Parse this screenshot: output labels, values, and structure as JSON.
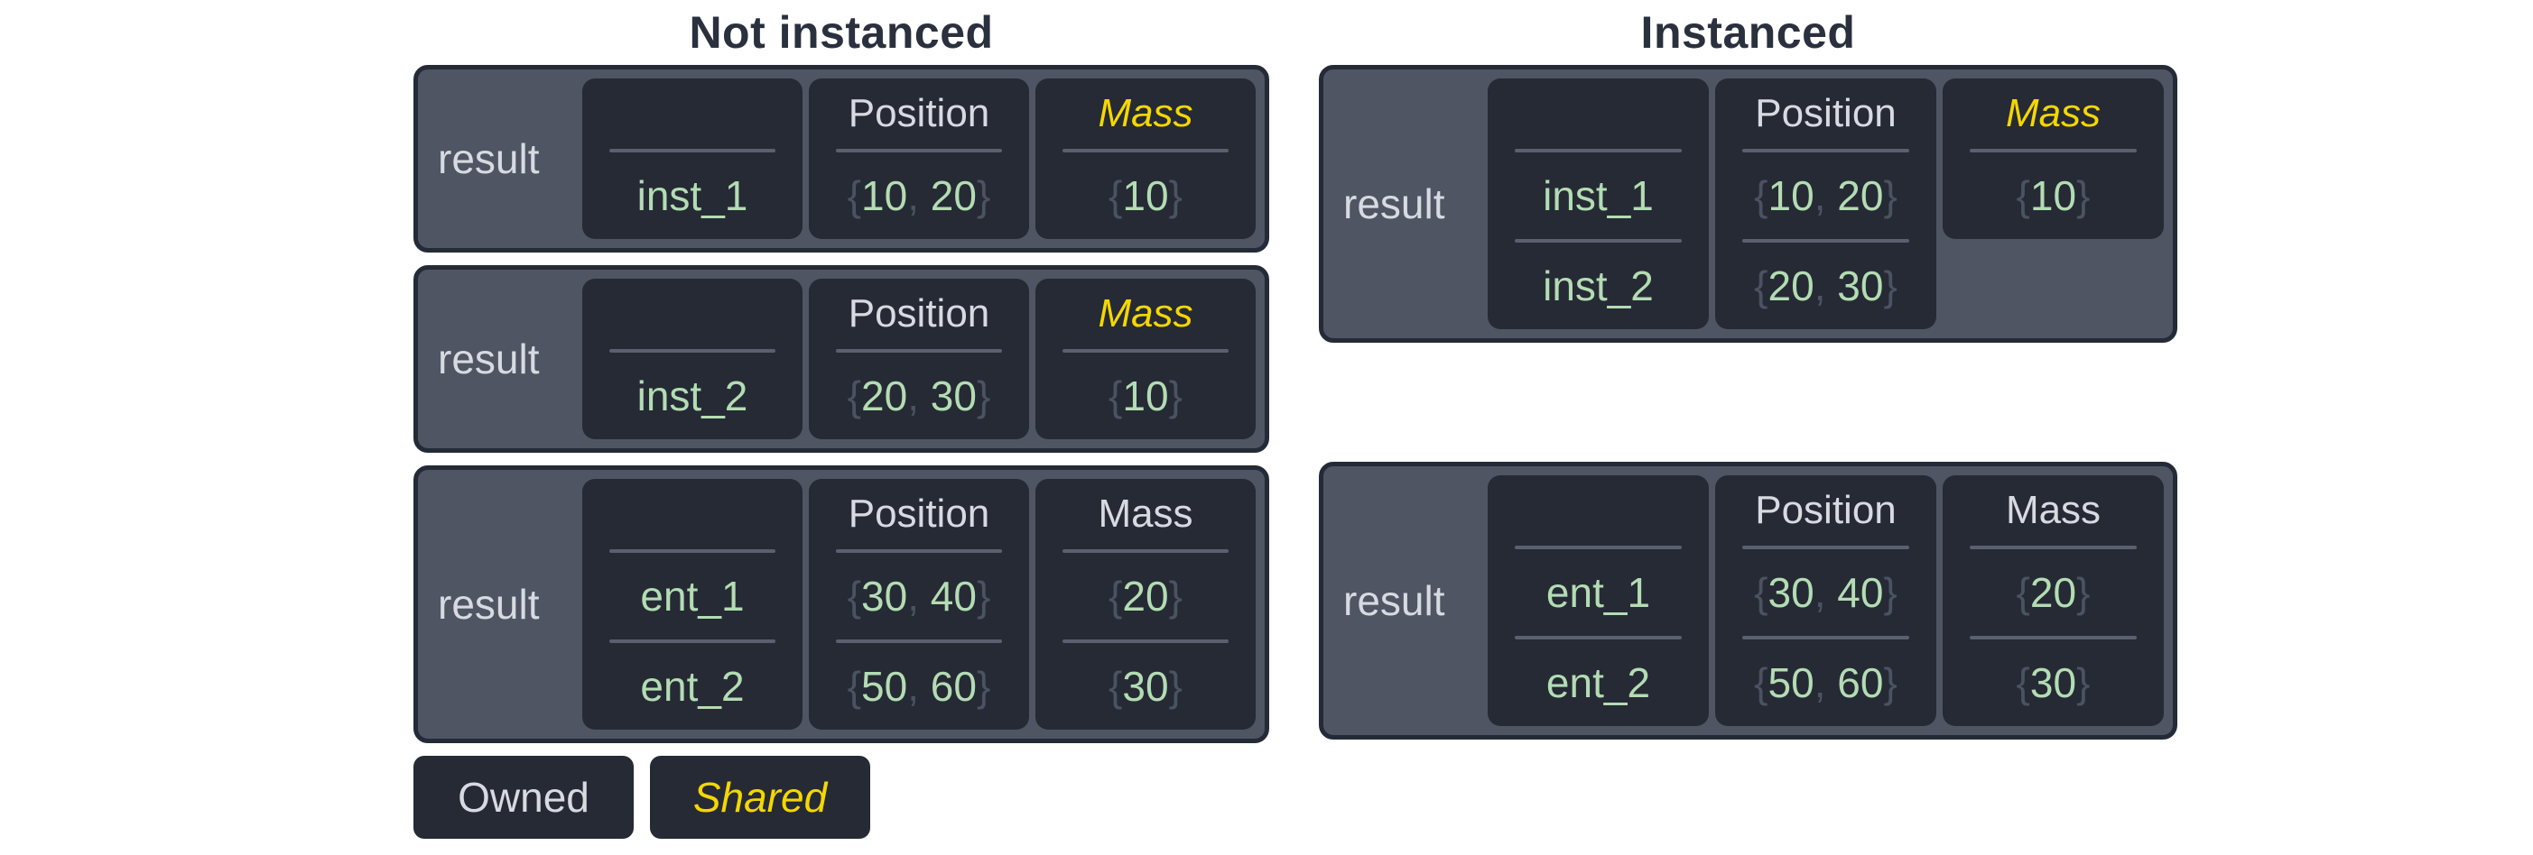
{
  "titles": {
    "left": "Not instanced",
    "right": "Instanced"
  },
  "left": {
    "boxes": [
      {
        "label": "result",
        "columns": [
          {
            "header": "",
            "ownership": "owned",
            "values": [
              "inst_1"
            ]
          },
          {
            "header": "Position",
            "ownership": "owned",
            "values": [
              "{10, 20}"
            ]
          },
          {
            "header": "Mass",
            "ownership": "shared",
            "values": [
              "{10}"
            ]
          }
        ]
      },
      {
        "label": "result",
        "columns": [
          {
            "header": "",
            "ownership": "owned",
            "values": [
              "inst_2"
            ]
          },
          {
            "header": "Position",
            "ownership": "owned",
            "values": [
              "{20, 30}"
            ]
          },
          {
            "header": "Mass",
            "ownership": "shared",
            "values": [
              "{10}"
            ]
          }
        ]
      },
      {
        "label": "result",
        "columns": [
          {
            "header": "",
            "ownership": "owned",
            "values": [
              "ent_1",
              "ent_2"
            ]
          },
          {
            "header": "Position",
            "ownership": "owned",
            "values": [
              "{30, 40}",
              "{50, 60}"
            ]
          },
          {
            "header": "Mass",
            "ownership": "owned",
            "values": [
              "{20}",
              "{30}"
            ]
          }
        ]
      }
    ]
  },
  "right": {
    "boxes": [
      {
        "label": "result",
        "columns": [
          {
            "header": "",
            "ownership": "owned",
            "values": [
              "inst_1",
              "inst_2"
            ]
          },
          {
            "header": "Position",
            "ownership": "owned",
            "values": [
              "{10, 20}",
              "{20, 30}"
            ]
          },
          {
            "header": "Mass",
            "ownership": "shared",
            "short": true,
            "values": [
              "{10}"
            ]
          }
        ]
      },
      {
        "label": "result",
        "columns": [
          {
            "header": "",
            "ownership": "owned",
            "values": [
              "ent_1",
              "ent_2"
            ]
          },
          {
            "header": "Position",
            "ownership": "owned",
            "values": [
              "{30, 40}",
              "{50, 60}"
            ]
          },
          {
            "header": "Mass",
            "ownership": "owned",
            "values": [
              "{20}",
              "{30}"
            ]
          }
        ]
      }
    ]
  },
  "legend": {
    "owned_label": "Owned",
    "shared_label": "Shared"
  },
  "colors": {
    "shared_text": "#f4d702",
    "owned_text": "#d7dae1",
    "value_text": "#b3dcb3",
    "brace_text": "#4b5263",
    "box_background": "#4f5563",
    "cell_background": "#262a35",
    "box_border": "#252a37",
    "divider": "#5a6070",
    "title_text": "#2a303e",
    "page_background": "#ffffff"
  }
}
